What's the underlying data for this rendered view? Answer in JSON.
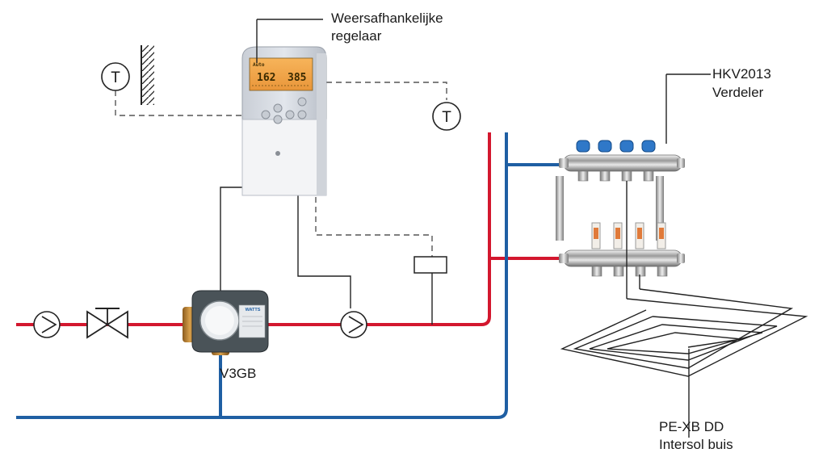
{
  "labels": {
    "controller": [
      "Weersafhankelijke",
      "regelaar"
    ],
    "manifold": [
      "HKV2013",
      "Verdeler"
    ],
    "valve": "V3GB",
    "pipe": [
      "PE-XB DD",
      "Intersol buis"
    ]
  },
  "symbols": {
    "outdoor_sensor": "T",
    "room_sensor": "T"
  },
  "display": {
    "left_value": "162",
    "right_value": "385",
    "mode_text": "Auto"
  },
  "valve_brand": "WATTS",
  "colors": {
    "supply": "#d3172e",
    "return": "#1f5fa3",
    "signal": "#555555",
    "wire": "#222222"
  }
}
